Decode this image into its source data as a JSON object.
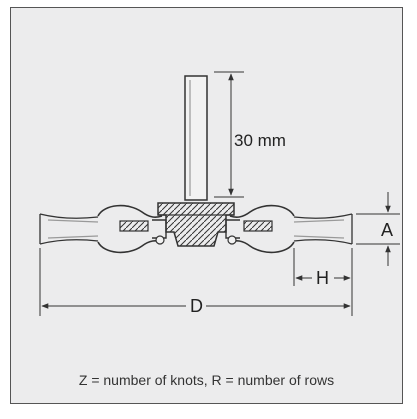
{
  "labels": {
    "shank_length": "30 mm",
    "width": "A",
    "trim_length": "H",
    "diameter": "D"
  },
  "caption": "Z = number of knots, R = number of rows"
}
